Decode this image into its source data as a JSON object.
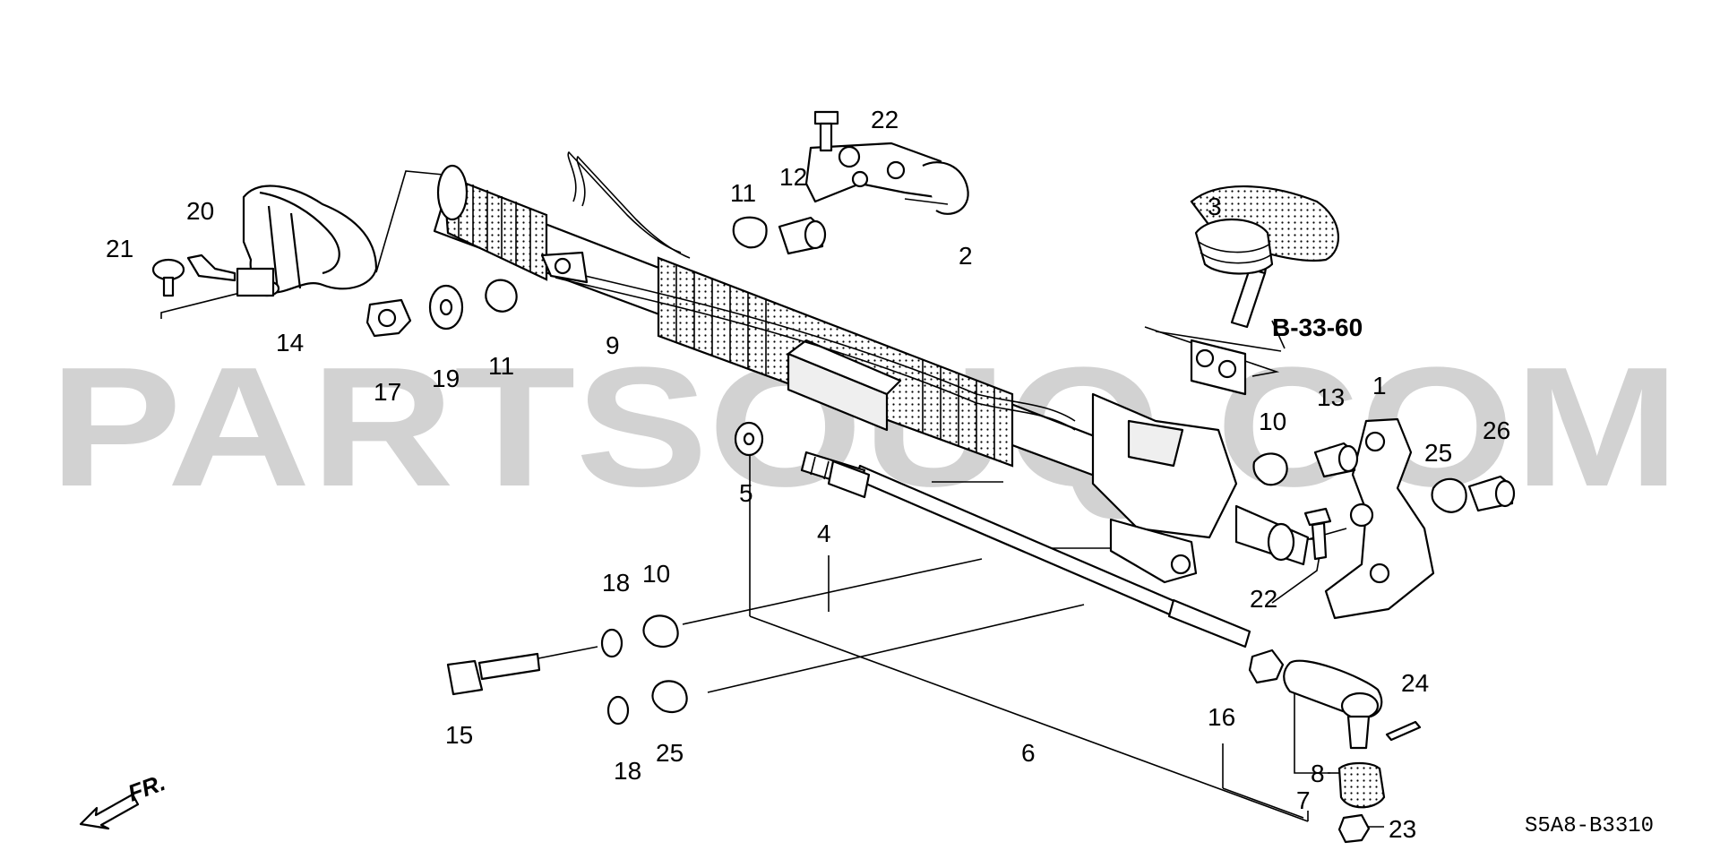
{
  "diagram": {
    "watermark": "PARTSOUQ.COM",
    "reference": "B-33-60",
    "diagram_code": "S5A8-B3310",
    "direction_label": "FR.",
    "callouts": [
      "22",
      "11",
      "12",
      "2",
      "3",
      "20",
      "21",
      "14",
      "17",
      "19",
      "11",
      "9",
      "13",
      "1",
      "10",
      "25",
      "26",
      "5",
      "4",
      "18",
      "10",
      "15",
      "18",
      "25",
      "22",
      "24",
      "16",
      "6",
      "8",
      "7",
      "23"
    ]
  }
}
